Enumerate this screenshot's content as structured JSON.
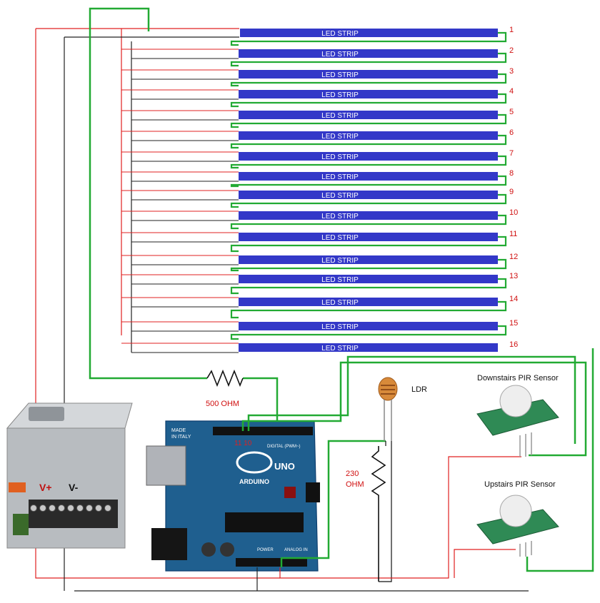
{
  "strips": [
    {
      "label": "LED STRIP",
      "number": "1"
    },
    {
      "label": "LED STRIP",
      "number": "2"
    },
    {
      "label": "LED STRIP",
      "number": "3"
    },
    {
      "label": "LED STRIP",
      "number": "4"
    },
    {
      "label": "LED STRIP",
      "number": "5"
    },
    {
      "label": "LED STRIP",
      "number": "6"
    },
    {
      "label": "LED STRIP",
      "number": "7"
    },
    {
      "label": "LED STRIP",
      "number": "8"
    },
    {
      "label": "LED STRIP",
      "number": "9"
    },
    {
      "label": "LED STRIP",
      "number": "10"
    },
    {
      "label": "LED STRIP",
      "number": "11"
    },
    {
      "label": "LED STRIP",
      "number": "12"
    },
    {
      "label": "LED STRIP",
      "number": "13"
    },
    {
      "label": "LED STRIP",
      "number": "14"
    },
    {
      "label": "LED STRIP",
      "number": "15"
    },
    {
      "label": "LED STRIP",
      "number": "16"
    }
  ],
  "labels": {
    "resistor_500": "500 OHM",
    "resistor_230_line1": "230",
    "resistor_230_line2": "OHM",
    "ldr": "LDR",
    "pir_down": "Downstairs PIR Sensor",
    "pir_up": "Upstairs PIR Sensor",
    "psu_vplus": "V+",
    "psu_vminus": "V-",
    "arduino_made": "MADE",
    "arduino_italy": "IN ITALY",
    "arduino_brand": "ARDUINO",
    "arduino_model": "UNO",
    "arduino_digital": "DIGITAL (PWM~)",
    "arduino_power": "POWER",
    "arduino_analog": "ANALOG IN",
    "arduino_pins": "11 10"
  },
  "colors": {
    "strip": "#3338c8",
    "wire_green": "#22aa33",
    "wire_red": "#e02020",
    "wire_black": "#222222",
    "label_red": "#d01010",
    "arduino_board": "#1f5f8f",
    "psu_body": "#b8bcc0"
  }
}
